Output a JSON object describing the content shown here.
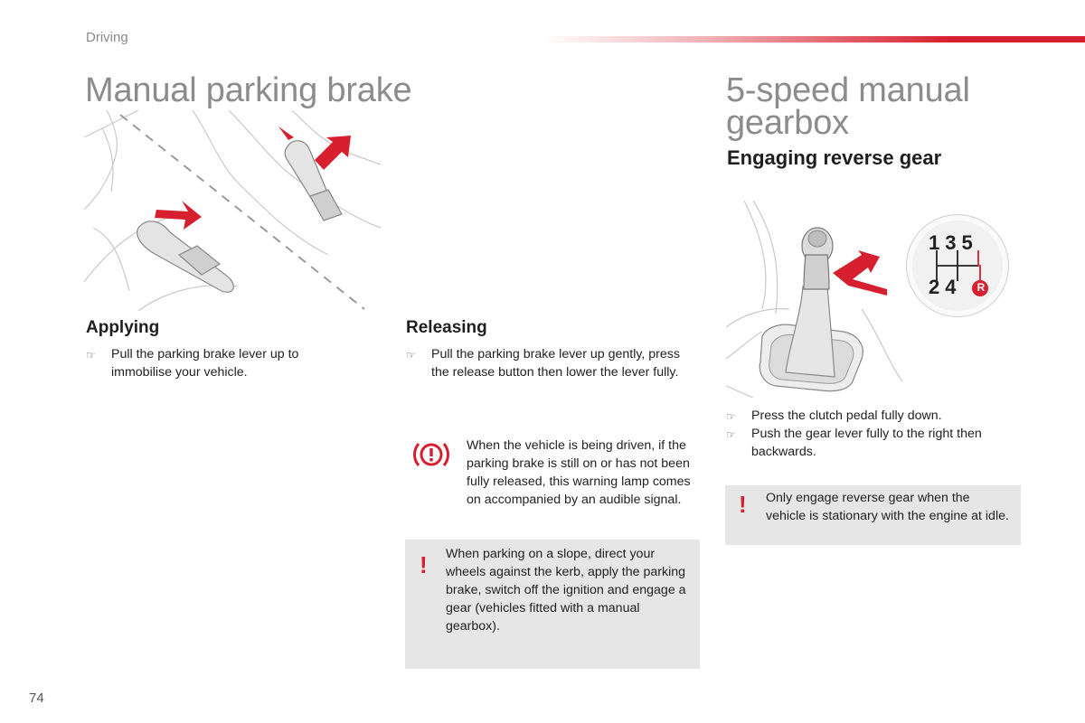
{
  "header": {
    "section": "Driving"
  },
  "page_number": "74",
  "left": {
    "title": "Manual parking brake",
    "applying": {
      "heading": "Applying",
      "bullets": [
        "Pull the parking brake lever up to immobilise your vehicle."
      ]
    },
    "releasing": {
      "heading": "Releasing",
      "bullets": [
        "Pull the parking brake lever up gently, press the release button then lower the lever fully."
      ]
    },
    "warning_lamp_note": "When the vehicle is being driven, if the parking brake is still on or has not been fully released, this warning lamp comes on accompanied by an audible signal.",
    "slope_note": "When parking on a slope, direct your wheels against the kerb, apply the parking brake, switch off the ignition and engage a gear (vehicles fitted with a manual gearbox)."
  },
  "right": {
    "title_line1": "5-speed manual",
    "title_line2": "gearbox",
    "subtitle": "Engaging reverse gear",
    "gear_pattern": {
      "top": [
        "1",
        "3",
        "5"
      ],
      "bottom": [
        "2",
        "4",
        "R"
      ]
    },
    "bullets": [
      "Press the clutch pedal fully down.",
      "Push the gear lever fully to the right then backwards."
    ],
    "reverse_note": "Only engage reverse gear when the vehicle is stationary with the engine at idle."
  },
  "icons": {
    "bullet": "pointing-hand-icon",
    "warning": "exclamation-icon",
    "brake_lamp": "brake-warning-lamp-icon"
  },
  "colors": {
    "accent": "#d6202f",
    "note_bg": "#e6e6e6",
    "title": "#8c8c8c"
  }
}
